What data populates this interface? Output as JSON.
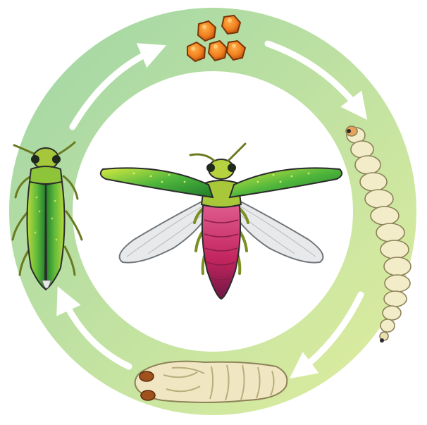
{
  "diagram": {
    "type": "life-cycle",
    "stages": [
      {
        "id": "eggs"
      },
      {
        "id": "larva"
      },
      {
        "id": "pupa"
      },
      {
        "id": "adult-resting"
      }
    ],
    "center": {
      "id": "adult-flying"
    },
    "flow": "clockwise",
    "colors": {
      "ring_left": "#a4d7a5",
      "ring_right": "#dcec9e",
      "arrow": "#ffffff",
      "egg": "#f07e1e",
      "egg_shadow": "#b14a0c",
      "larva": "#f3ecc8",
      "larva_shadow": "#c9bf8d",
      "pupa": "#f0e6c2",
      "beetle_green": "#3fae3a",
      "beetle_yellow": "#c6df3a",
      "abdomen_magenta": "#c2245e",
      "abdomen_dark": "#6e1745",
      "wing_membrane": "#e6e8ea",
      "outline": "#2b2b2b"
    }
  }
}
